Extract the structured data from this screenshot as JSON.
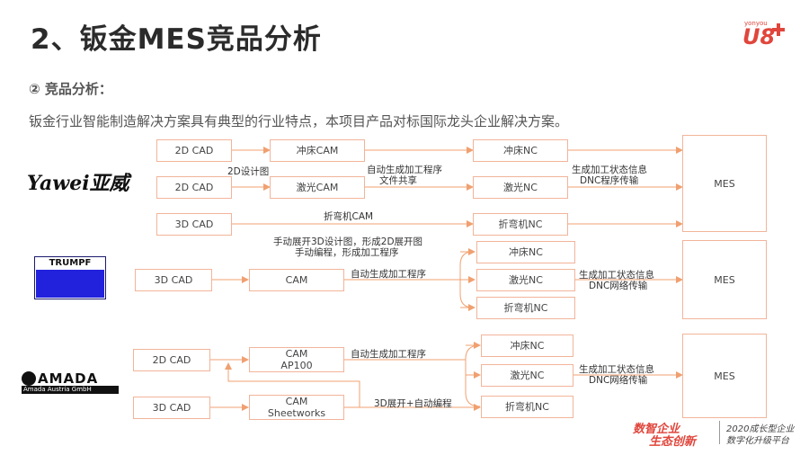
{
  "header": {
    "title": "2、钣金MES竞品分析",
    "subtitle": "② 竞品分析：",
    "intro": "钣金行业智能制造解决方案具有典型的行业特点，本项目产品对标国际龙头企业解决方案。",
    "logo_small": "yonyou",
    "logo_main": "U8"
  },
  "yawei": {
    "logo": "Yawei亚威",
    "cad1": "2D CAD",
    "cad2": "2D CAD",
    "cad3": "3D CAD",
    "cam1": "冲床CAM",
    "cam2": "激光CAM",
    "nc1": "冲床NC",
    "nc2": "激光NC",
    "nc3": "折弯机NC",
    "mes": "MES",
    "lbl_2d": "2D设计图",
    "lbl_auto1": "自动生成加工程序",
    "lbl_auto2": "文件共享",
    "lbl_dnc1": "生成加工状态信息",
    "lbl_dnc2": "DNC程序传输",
    "lbl_bend": "折弯机CAM",
    "lbl_manual1": "手动展开3D设计图，形成2D展开图",
    "lbl_manual2": "手动编程，形成加工程序"
  },
  "trumpf": {
    "logo": "TRUMPF",
    "cad": "3D CAD",
    "cam": "CAM",
    "nc1": "冲床NC",
    "nc2": "激光NC",
    "nc3": "折弯机NC",
    "mes": "MES",
    "lbl_auto": "自动生成加工程序",
    "lbl_dnc1": "生成加工状态信息",
    "lbl_dnc2": "DNC网络传输"
  },
  "amada": {
    "logo": "AMADA",
    "logo_sub": "Amada Austria GmbH",
    "cad1": "2D CAD",
    "cad2": "3D CAD",
    "cam1a": "CAM",
    "cam1b": "AP100",
    "cam2a": "CAM",
    "cam2b": "Sheetworks",
    "nc1": "冲床NC",
    "nc2": "激光NC",
    "nc3": "折弯机NC",
    "mes": "MES",
    "lbl_auto": "自动生成加工程序",
    "lbl_3d": "3D展开+自动编程",
    "lbl_dnc1": "生成加工状态信息",
    "lbl_dnc2": "DNC网络传输"
  },
  "footer": {
    "line1": "数智企业",
    "line2": "生态创新",
    "line3": "2020成长型企业",
    "line4": "数字化升级平台"
  },
  "colors": {
    "accent": "#e0463c",
    "box_border": "#f2b49a",
    "arrow": "#f0a070"
  }
}
